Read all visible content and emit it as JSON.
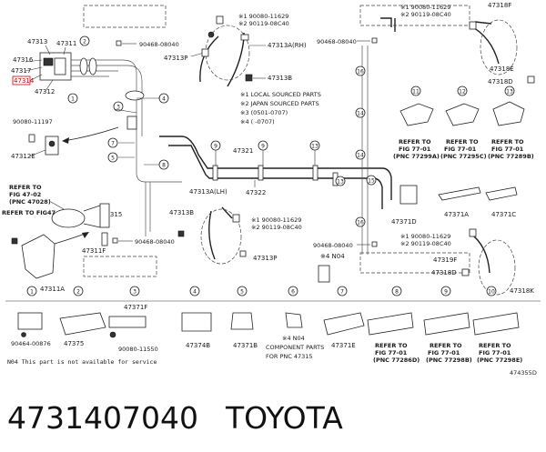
{
  "caption": {
    "part_number": "4731407040",
    "brand": "TOYOTA"
  },
  "figure_id": "474355D",
  "labels": {
    "l47313": "47313",
    "l47316": "47316",
    "l47317": "47317",
    "l47314": "47314",
    "l47312": "47312",
    "l47311": "47311",
    "p90468a": "90468-08040",
    "top_notes_left": [
      "※1 90080-11629",
      "※2 90119-08C40"
    ],
    "l47313p_top": "47313P",
    "l47313a_rh": "47313A(RH)",
    "l47313b_top": "47313B",
    "p90080_11197": "90080-11197",
    "l47312e": "47312E",
    "legend": [
      "※1 LOCAL SOURCED PARTS",
      "※2 JAPAN SOURCED PARTS",
      "※3 (0501-0707)",
      "※4 (      -0707)"
    ],
    "l47321": "47321",
    "l47322": "47322",
    "l47313a_lh": "47313A(LH)",
    "l47313b_mid": "47313B",
    "mid_notes": [
      "※1 90080-11629",
      "※2 90119-08C40"
    ],
    "l47313p_mid": "47313P",
    "l47315": "47315",
    "p90468b": "90468-08040",
    "l47311f": "47311F",
    "l47311a": "47311A",
    "refer_fig47_02": [
      "REFER TO",
      "FIG 47-02",
      "(PNC 47028)"
    ],
    "refer_fig47_02b": "REFER TO FIG47-02",
    "p90468_right": "90468-08040",
    "right_top_notes": [
      "※1 90080-11629",
      "※2 90119-08C40"
    ],
    "l47318f": "47318F",
    "l47318e": "47318E",
    "l47318d_top": "47318D",
    "refer_fig77a": [
      "REFER TO",
      "FIG 77-01",
      "(PNC 77299A)"
    ],
    "refer_fig77b": [
      "REFER TO",
      "FIG 77-01",
      "(PNC 77295C)"
    ],
    "refer_fig77c": [
      "REFER TO",
      "FIG 77-01",
      "(PNC 77289B)"
    ],
    "l47371d": "47371D",
    "l47371a": "47371A",
    "l47371c": "47371C",
    "p90468_r2": "90468-08040",
    "n04": "※4 N04",
    "right_bottom_notes": [
      "※1 90080-11629",
      "※2 90119-08C40"
    ],
    "l47319f": "47319F",
    "l47318d_bot": "47318D",
    "l47318k": "47318K",
    "b_90464": "90464-00876",
    "b_47375": "47375",
    "b_47371f": "47371F",
    "b_90080_11550": "90080-11550",
    "b_47374b": "47374B",
    "b_47371b": "47371B",
    "b_note4": [
      "※4 N04",
      "COMPONENT PARTS",
      "FOR PNC 47315"
    ],
    "b_47371e": "47371E",
    "b_refer_d": [
      "REFER TO",
      "FIG 77-01",
      "(PNC 77286D)"
    ],
    "b_refer_b": [
      "REFER TO",
      "FIG 77-01",
      "(PNC 77298B)"
    ],
    "b_refer_e": [
      "REFER TO",
      "FIG 77-01",
      "(PNC 77298E)"
    ],
    "footnote": "N04 This part is not available for service"
  },
  "callouts": [
    "1",
    "2",
    "3",
    "4",
    "5",
    "6",
    "7",
    "8",
    "9",
    "10",
    "11",
    "12",
    "13",
    "14",
    "15",
    "16"
  ],
  "colors": {
    "highlight_box": "#cc0000"
  }
}
